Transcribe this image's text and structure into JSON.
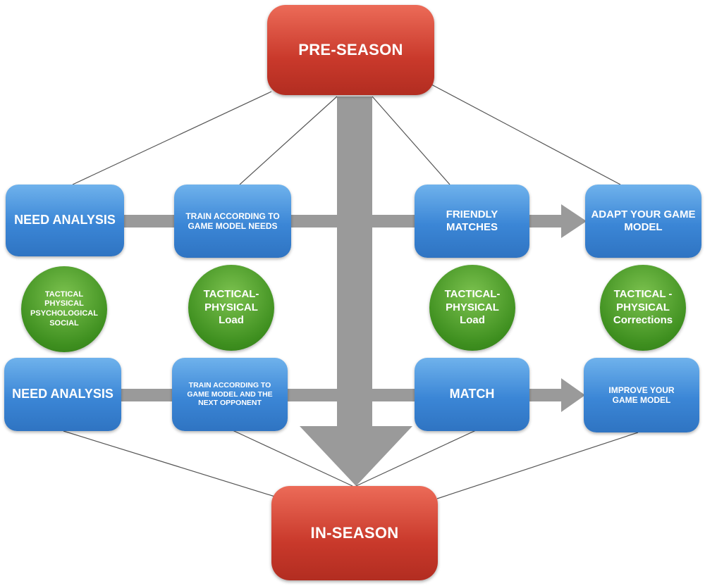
{
  "pre_season": "PRE-SEASON",
  "in_season": "IN-SEASON",
  "preseason_row": {
    "need_analysis": "NEED ANALYSIS",
    "train": "TRAIN ACCORDING TO\nGAME MODEL NEEDS",
    "friendly_matches": "FRIENDLY\nMATCHES",
    "adapt": "ADAPT YOUR GAME\nMODEL"
  },
  "circles": {
    "c1": "TACTICAL\nPHYSICAL\nPSYCHOLOGICAL\nSOCIAL",
    "c2": "TACTICAL-\nPHYSICAL\nLoad",
    "c3": "TACTICAL-\nPHYSICAL\nLoad",
    "c4": "TACTICAL -\nPHYSICAL\nCorrections"
  },
  "inseason_row": {
    "need_analysis": "NEED ANALYSIS",
    "train": "TRAIN ACCORDING TO\nGAME MODEL AND THE\nNEXT OPPONENT",
    "match": "MATCH",
    "improve": "IMPROVE YOUR\nGAME MODEL"
  },
  "colors": {
    "red": "#c9392b",
    "blue": "#3b86d6",
    "green": "#3e8f1f",
    "arrow_gray": "#9a9a9a",
    "line": "#555555"
  }
}
